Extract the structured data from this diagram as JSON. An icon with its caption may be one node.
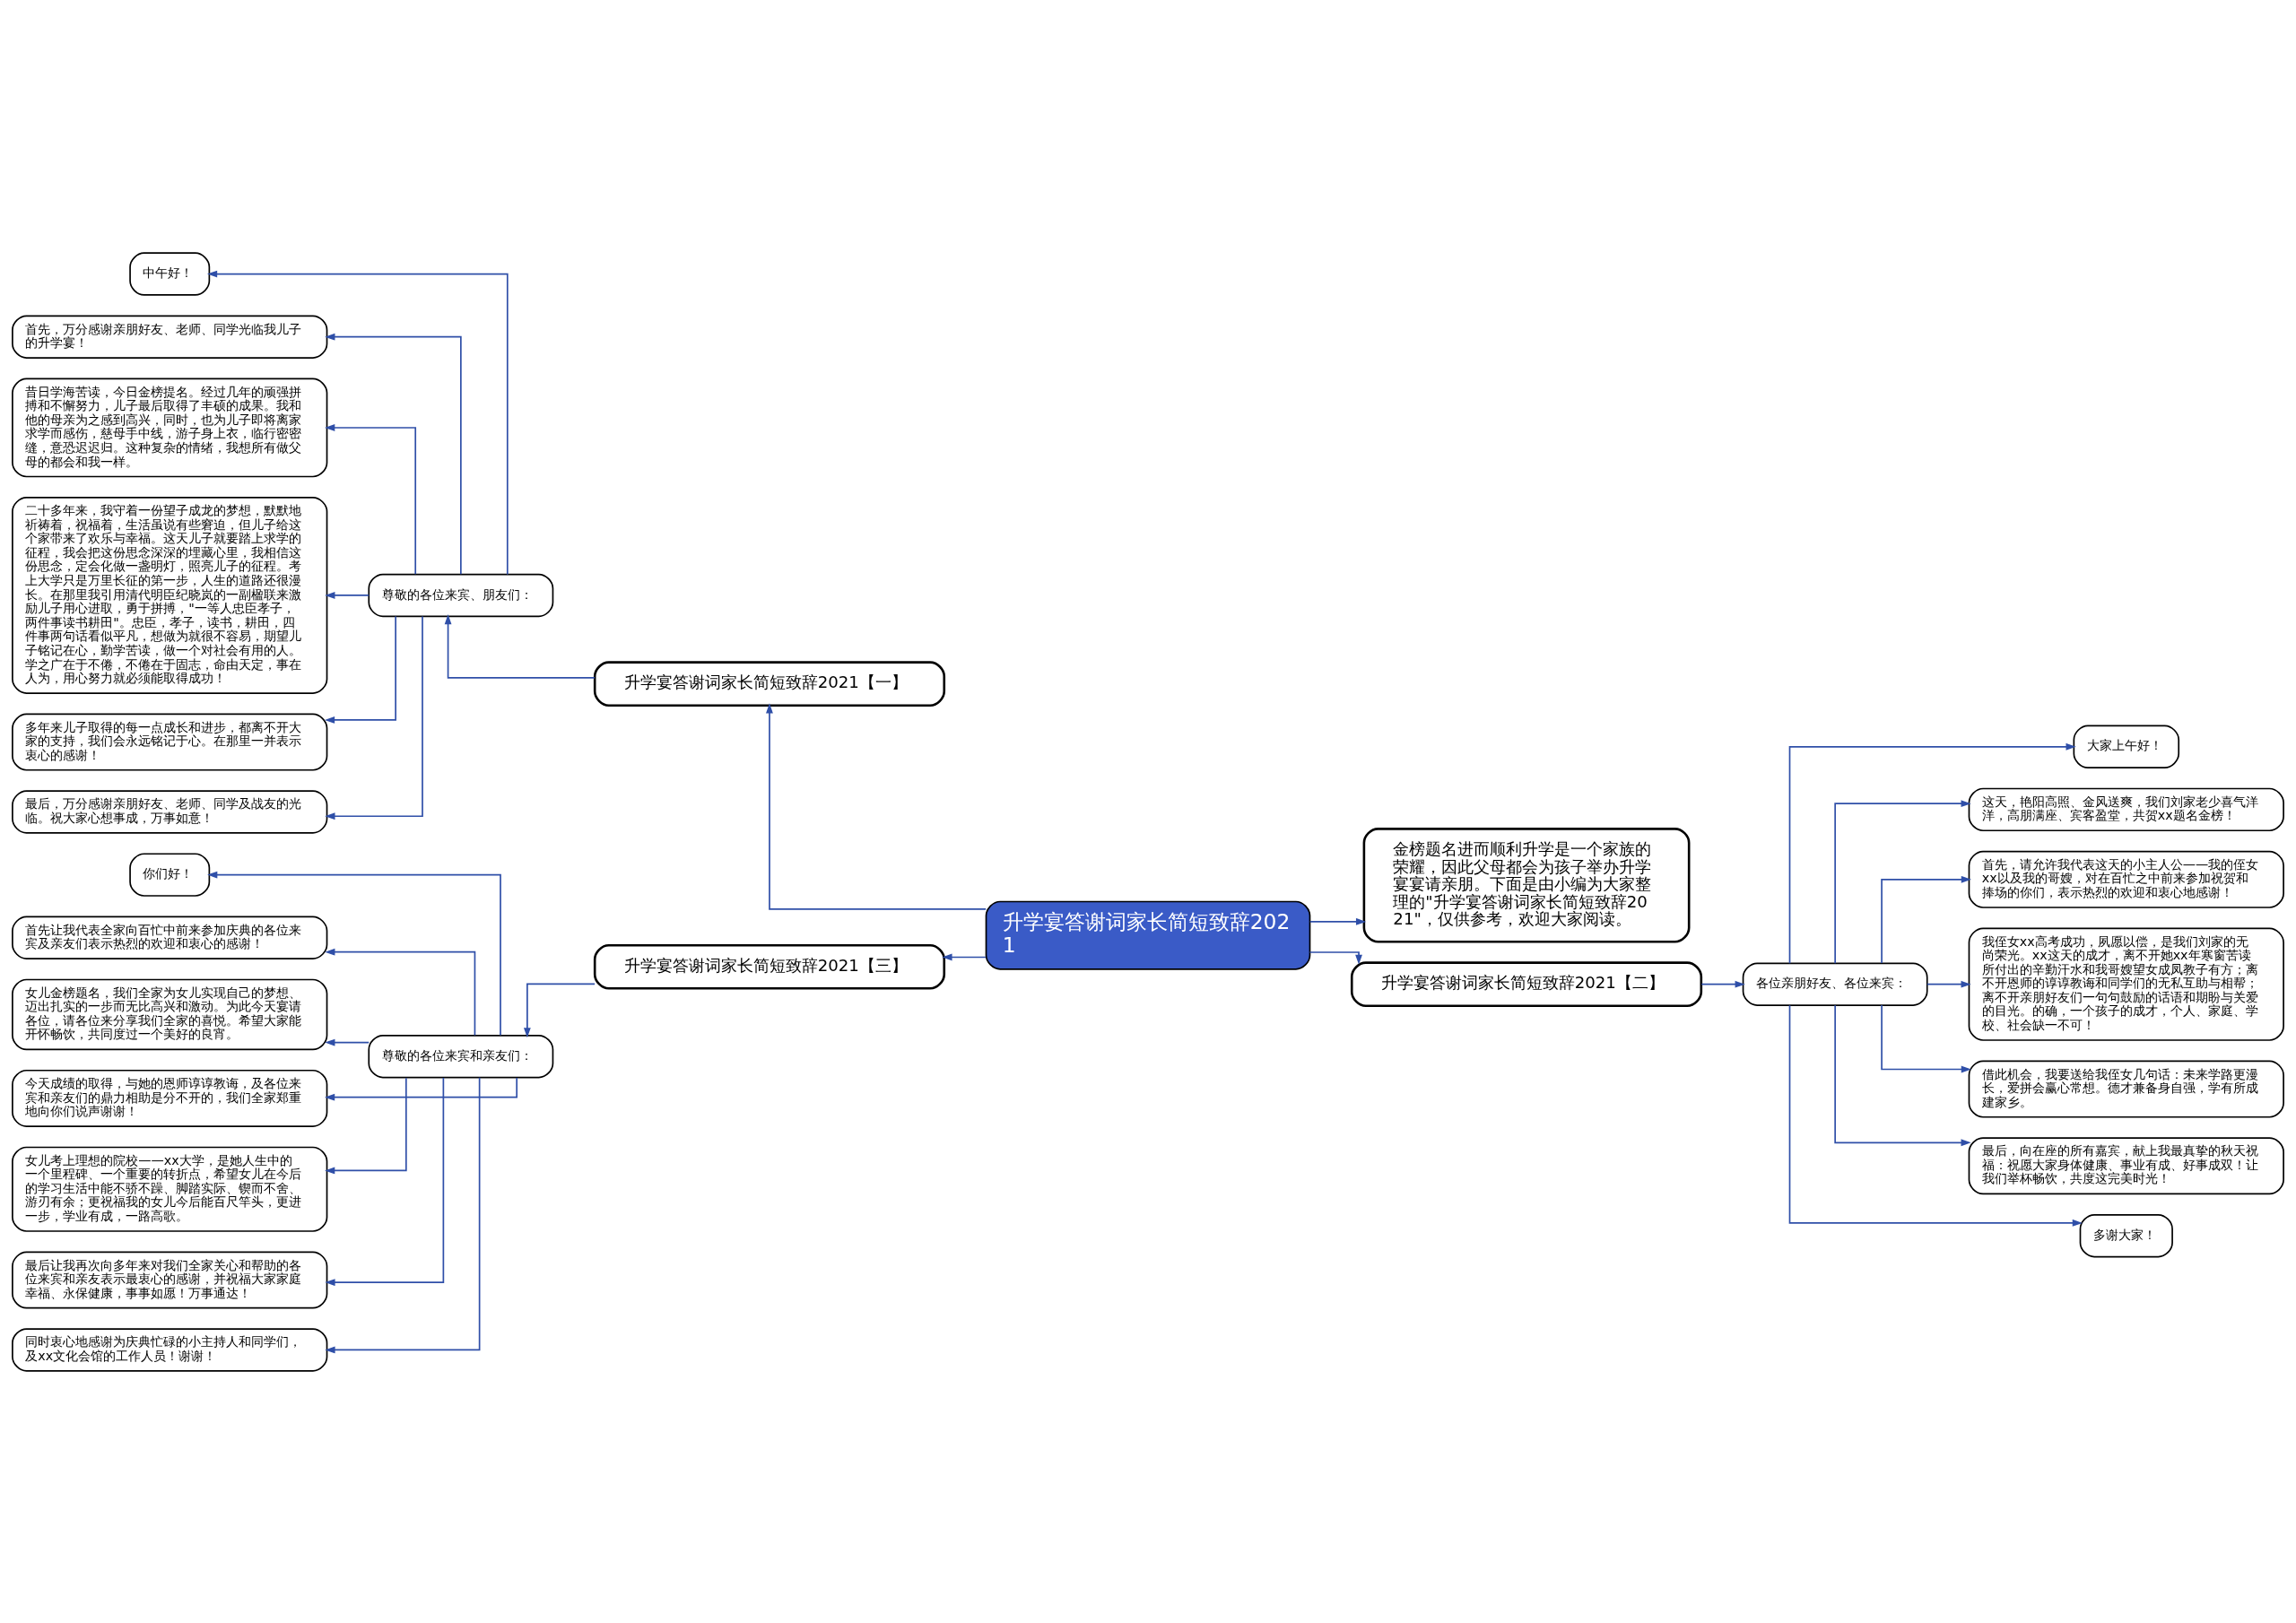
{
  "diagram": {
    "nodes": [
      {
        "text": [
          "升学宴答谢词家长简短致辞2021"
        ]
      },
      {
        "text": [
          "金榜题名进而顺利升学是一个家族的荣耀，因此父母都会为孩子举办升学宴宴请亲朋。下面是由小编为大家整理的\"升学宴答谢词家长简短致辞2021\"，仅供参考，欢迎大家阅读。"
        ]
      },
      {
        "text": [
          "升学宴答谢词家长简短致辞2021【一】"
        ]
      },
      {
        "text": [
          "尊敬的各位来宾、朋友们："
        ]
      },
      {
        "text": [
          "中午好！"
        ]
      },
      {
        "text": [
          "首先，万分感谢亲朋好友、老师、同学光临我儿子的升学宴！"
        ]
      },
      {
        "text": [
          "昔日学海苦读，今日金榜提名。经过几年的顽强拼搏和不懈努力，儿子最后取得了丰硕的成果。我和他的母亲为之感到高兴，同时，也为儿子即将离家求学而感伤，慈母手中线，游子身上衣，临行密密缝，意恐迟迟归。这种复杂的情绪，我想所有做父母的都会和我一样。"
        ]
      },
      {
        "text": [
          "二十多年来，我守着一份望子成龙的梦想，默默地祈祷着，祝福着，生活虽说有些窘迫，但儿子给这个家带来了欢乐与幸福。这天儿子就要踏上求学的征程，我会把这份思念深深的埋藏心里，我相信这份思念，定会化做一盏明灯，照亮儿子的征程。考上大学只是万里长征的第一步，人生的道路还很漫长。在那里我引用清代明臣纪晓岚的一副楹联来激励儿子用心进取，勇于拼搏，\"一等人忠臣孝子，两件事读书耕田\"。忠臣，孝子，读书，耕田，四件事两句话看似平凡，想做为就很不容易，期望儿子铭记在心，勤学苦读，做一个对社会有用的人。学之广在于不倦，不倦在于固志，命由天定，事在人为，用心努力就必须能取得成功！"
        ]
      },
      {
        "text": [
          "多年来儿子取得的每一点成长和进步，都离不开大家的支持，我们会永远铭记于心。在那里一并表示衷心的感谢！"
        ]
      },
      {
        "text": [
          "最后，万分感谢亲朋好友、老师、同学及战友的光临。祝大家心想事成，万事如意！"
        ]
      },
      {
        "text": [
          "升学宴答谢词家长简短致辞2021【二】"
        ]
      },
      {
        "text": [
          "各位亲朋好友、各位来宾："
        ]
      },
      {
        "text": [
          "大家上午好！"
        ]
      },
      {
        "text": [
          "这天，艳阳高照、金风送爽，我们刘家老少喜气洋洋，高朋满座、宾客盈堂，共贺xx题名金榜！"
        ]
      },
      {
        "text": [
          "首先，请允许我代表这天的小主人公——我的侄女xx以及我的哥嫂，对在百忙之中前来参加祝贺和捧场的你们，表示热烈的欢迎和衷心地感谢！"
        ]
      },
      {
        "text": [
          "我侄女xx高考成功，夙愿以偿，是我们刘家的无尚荣光。xx这天的成才，离不开她xx年寒窗苦读所付出的辛勤汗水和我哥嫂望女成凤教子有方；离不开恩师的谆谆教诲和同学们的无私互助与相帮；离不开亲朋好友们一句句鼓励的话语和期盼与关爱的目光。的确，一个孩子的成才，个人、家庭、学校、社会缺一不可！"
        ]
      },
      {
        "text": [
          "借此机会，我要送给我侄女几句话：未来学路更漫长，爱拼会赢心常想。德才兼备身自强，学有所成建家乡。"
        ]
      },
      {
        "text": [
          "最后，向在座的所有嘉宾，献上我最真挚的秋天祝福：祝愿大家身体健康、事业有成、好事成双！让我们举杯畅饮，共度这完美时光！"
        ]
      },
      {
        "text": [
          "多谢大家！"
        ]
      },
      {
        "text": [
          "升学宴答谢词家长简短致辞2021【三】"
        ]
      },
      {
        "text": [
          "尊敬的各位来宾和亲友们："
        ]
      },
      {
        "text": [
          "你们好！"
        ]
      },
      {
        "text": [
          "首先让我代表全家向百忙中前来参加庆典的各位来宾及亲友们表示热烈的欢迎和衷心的感谢！"
        ]
      },
      {
        "text": [
          "女儿金榜题名，我们全家为女儿实现自己的梦想、迈出扎实的一步而无比高兴和激动。为此今天宴请各位，请各位来分享我们全家的喜悦。希望大家能开怀畅饮，共同度过一个美好的良宵。"
        ]
      },
      {
        "text": [
          "今天成绩的取得，与她的恩师谆谆教诲，及各位来宾和亲友们的鼎力相助是分不开的，我们全家郑重地向你们说声谢谢！"
        ]
      },
      {
        "text": [
          "女儿考上理想的院校——xx大学，是她人生中的一个里程碑、一个重要的转折点，希望女儿在今后的学习生活中能不骄不躁、脚踏实际、锲而不舍、游刃有余；更祝福我的女儿今后能百尺竿头，更进一步，学业有成，一路高歌。"
        ]
      },
      {
        "text": [
          "最后让我再次向多年来对我们全家关心和帮助的各位来宾和亲友表示最衷心的感谢，并祝福大家家庭幸福、永保健康，事事如愿！万事通达！"
        ]
      },
      {
        "text": [
          "同时衷心地感谢为庆典忙碌的小主持人和同学们，及xx文化会馆的工作人员！谢谢！"
        ]
      }
    ],
    "edges": [
      {
        "from": 0,
        "to": 1,
        "arrow": "to"
      },
      {
        "from": 0,
        "to": 2,
        "arrow": "to"
      },
      {
        "from": 2,
        "to": 3,
        "arrow": "to"
      },
      {
        "from": 3,
        "to": 4,
        "arrow": "to"
      },
      {
        "from": 3,
        "to": 5,
        "arrow": "to"
      },
      {
        "from": 3,
        "to": 6,
        "arrow": "to"
      },
      {
        "from": 3,
        "to": 7,
        "arrow": "to"
      },
      {
        "from": 3,
        "to": 8,
        "arrow": "to"
      },
      {
        "from": 3,
        "to": 9,
        "arrow": "to"
      },
      {
        "from": 0,
        "to": 10,
        "arrow": "to"
      },
      {
        "from": 10,
        "to": 11,
        "arrow": "to"
      },
      {
        "from": 11,
        "to": 12,
        "arrow": "to"
      },
      {
        "from": 11,
        "to": 13,
        "arrow": "to"
      },
      {
        "from": 11,
        "to": 14,
        "arrow": "to"
      },
      {
        "from": 11,
        "to": 15,
        "arrow": "to"
      },
      {
        "from": 11,
        "to": 16,
        "arrow": "to"
      },
      {
        "from": 11,
        "to": 17,
        "arrow": "to"
      },
      {
        "from": 11,
        "to": 18,
        "arrow": "to"
      },
      {
        "from": 0,
        "to": 19,
        "arrow": "to"
      },
      {
        "from": 19,
        "to": 20,
        "arrow": "to"
      },
      {
        "from": 20,
        "to": 21,
        "arrow": "to"
      },
      {
        "from": 20,
        "to": 22,
        "arrow": "to"
      },
      {
        "from": 20,
        "to": 23,
        "arrow": "to"
      },
      {
        "from": 20,
        "to": 24,
        "arrow": "to"
      },
      {
        "from": 20,
        "to": 25,
        "arrow": "to"
      },
      {
        "from": 20,
        "to": 26,
        "arrow": "to"
      },
      {
        "from": 20,
        "to": 27,
        "arrow": "to"
      }
    ]
  }
}
